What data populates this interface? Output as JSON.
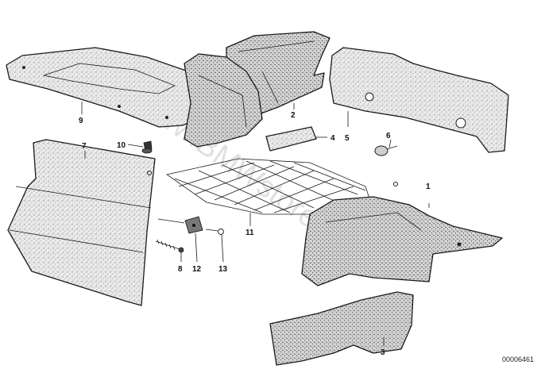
{
  "diagram": {
    "document_number": "00006461",
    "watermark": "www.BMWstore.pl",
    "callouts": [
      {
        "id": "1",
        "label": "1"
      },
      {
        "id": "2",
        "label": "2"
      },
      {
        "id": "3",
        "label": "3"
      },
      {
        "id": "4",
        "label": "4"
      },
      {
        "id": "5",
        "label": "5"
      },
      {
        "id": "6",
        "label": "6"
      },
      {
        "id": "7",
        "label": "7"
      },
      {
        "id": "8",
        "label": "8"
      },
      {
        "id": "9",
        "label": "9"
      },
      {
        "id": "10",
        "label": "10"
      },
      {
        "id": "11",
        "label": "11"
      },
      {
        "id": "12",
        "label": "12"
      },
      {
        "id": "13",
        "label": "13"
      }
    ]
  }
}
